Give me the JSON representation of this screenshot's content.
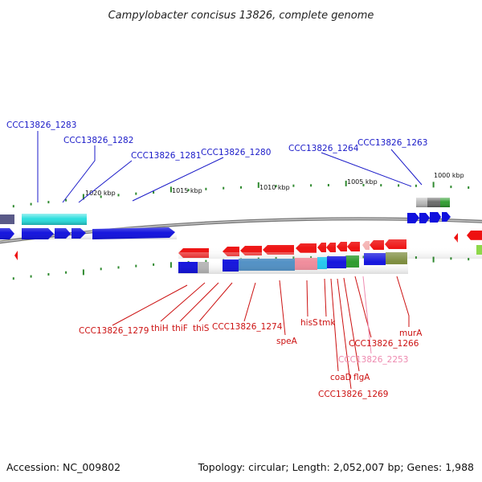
{
  "title": "Campylobacter concisus 13826, complete genome",
  "footer": {
    "accession": "Accession: NC_009802",
    "topology": "Topology: circular; Length: 2,052,007 bp; Genes: 1,988"
  },
  "scale_labels": [
    "1020 kbp",
    "1015 kbp",
    "1010 kbp",
    "1005 kbp",
    "1000 kbp"
  ],
  "labels_top": [
    "CCC13826_1283",
    "CCC13826_1282",
    "CCC13826_1281",
    "CCC13826_1280",
    "CCC13826_1264",
    "CCC13826_1263"
  ],
  "labels_bottom": [
    "CCC13826_1279",
    "thiH",
    "thiF",
    "thiS",
    "CCC13826_1274",
    "speA",
    "hisS",
    "tmk",
    "coaD",
    "flgA",
    "CCC13826_2253",
    "CCC13826_1269",
    "CCC13826_1266",
    "murA"
  ],
  "colors": {
    "forward": "#1010dd",
    "reverse": "#ee1111",
    "cyan": "#22dddd",
    "steel": "#4f8fc4",
    "pink": "#f08a9a",
    "green": "#2a9a2a",
    "olive": "#7a8a3a",
    "gray": "#888888",
    "tick": "#2f8a2f",
    "backbone": "#8a8a8a"
  }
}
